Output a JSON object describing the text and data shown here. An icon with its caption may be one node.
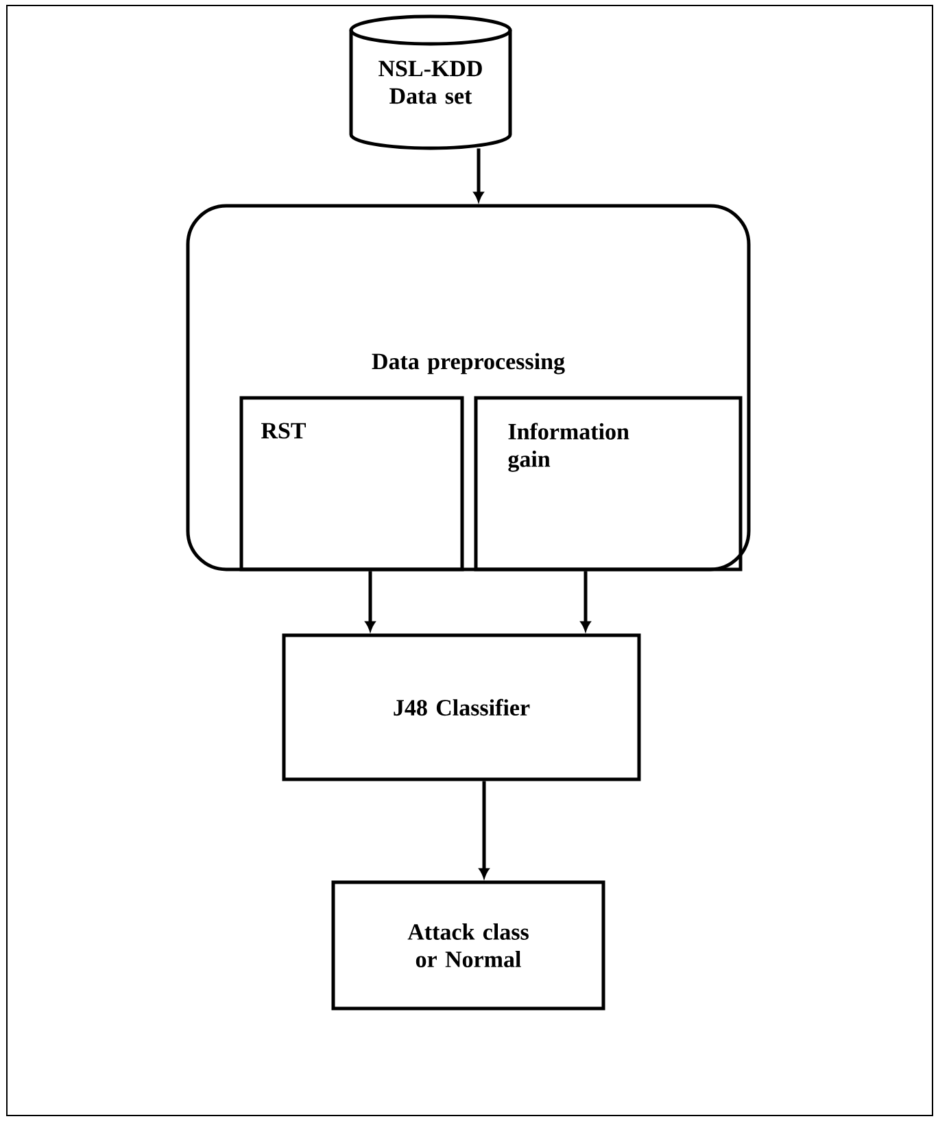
{
  "diagram": {
    "nodes": [
      {
        "text": [
          "NSL-KDD Data set"
        ]
      },
      {
        "text": [
          "Data preprocessing"
        ]
      },
      {
        "text": [
          "RST"
        ],
        "in": 1
      },
      {
        "text": [
          "Information gain"
        ],
        "in": 1
      },
      {
        "text": [
          "J48 Classifier"
        ]
      },
      {
        "text": [
          "Attack class or Normal"
        ]
      }
    ],
    "edges": [
      {
        "from": 0,
        "to": 1,
        "arrow": "to"
      },
      {
        "from": 2,
        "to": 4,
        "arrow": "to"
      },
      {
        "from": 3,
        "to": 4,
        "arrow": "to"
      },
      {
        "from": 4,
        "to": 5,
        "arrow": "to"
      }
    ]
  }
}
